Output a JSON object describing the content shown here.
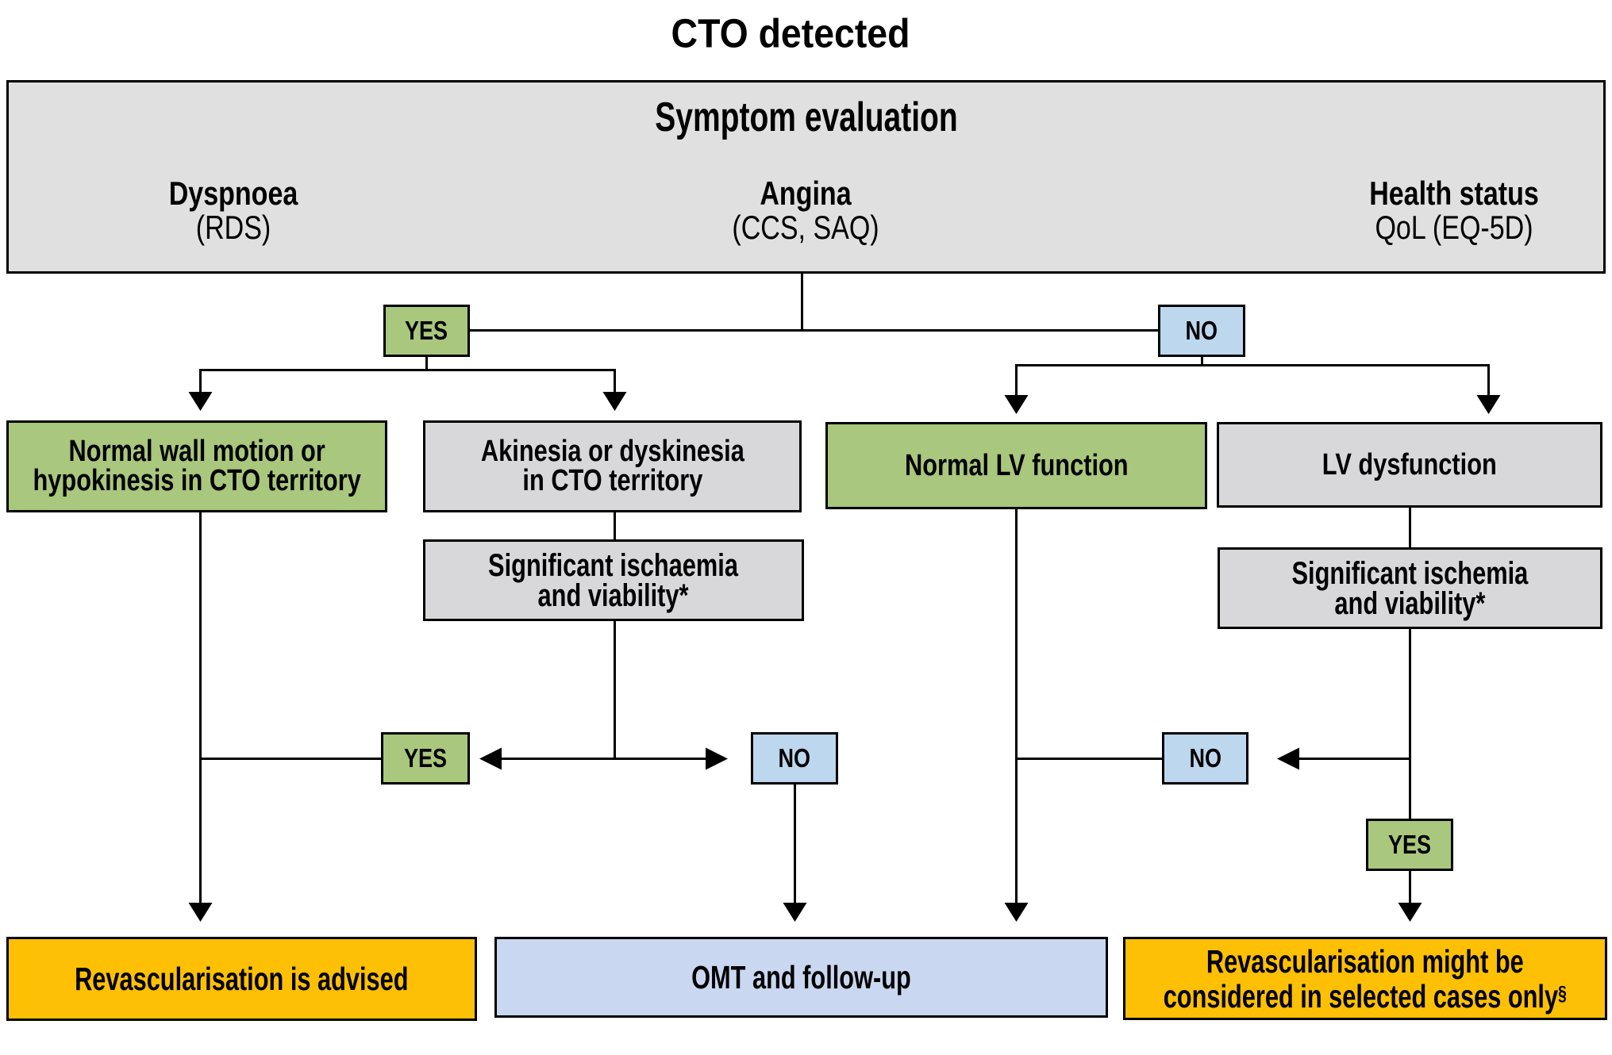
{
  "title": "CTO detected",
  "colors": {
    "green": "#a9c77d",
    "blue_chip": "#bdd7ee",
    "gray_panel": "#e0e0e1",
    "gray_box": "#d8d7da",
    "orange": "#fdc005",
    "omt_blue": "#c9d7f0",
    "line": "#000000"
  },
  "symptom_panel": {
    "heading": "Symptom evaluation",
    "columns": [
      {
        "title": "Dyspnoea",
        "subtitle": "(RDS)"
      },
      {
        "title": "Angina",
        "subtitle": "(CCS, SAQ)"
      },
      {
        "title": "Health status",
        "subtitle": "QoL (EQ-5D)"
      }
    ]
  },
  "branches": {
    "symptom_yes": "YES",
    "symptom_no": "NO",
    "ischaemia_yes": "YES",
    "ischaemia_no": "NO",
    "ischemia_no": "NO",
    "ischemia_yes": "YES"
  },
  "nodes": {
    "normal_wall": {
      "line1": "Normal wall motion or",
      "line2": "hypokinesis in CTO territory"
    },
    "akinesia": {
      "line1": "Akinesia or dyskinesia",
      "line2": "in CTO territory"
    },
    "normal_lv": {
      "line1": "Normal LV function"
    },
    "lv_dysfunction": {
      "line1": "LV dysfunction"
    },
    "sig_ischaemia_left": {
      "line1": "Significant ischaemia",
      "line2": "and viability*"
    },
    "sig_ischemia_right": {
      "line1": "Significant ischemia",
      "line2": "and viability*"
    }
  },
  "outcomes": {
    "revascularisation": "Revascularisation is advised",
    "omt": "OMT and follow-up",
    "revascularisation_selected": {
      "line1": "Revascularisation might be",
      "line2": "considered in selected cases only",
      "superscript": "§"
    }
  }
}
